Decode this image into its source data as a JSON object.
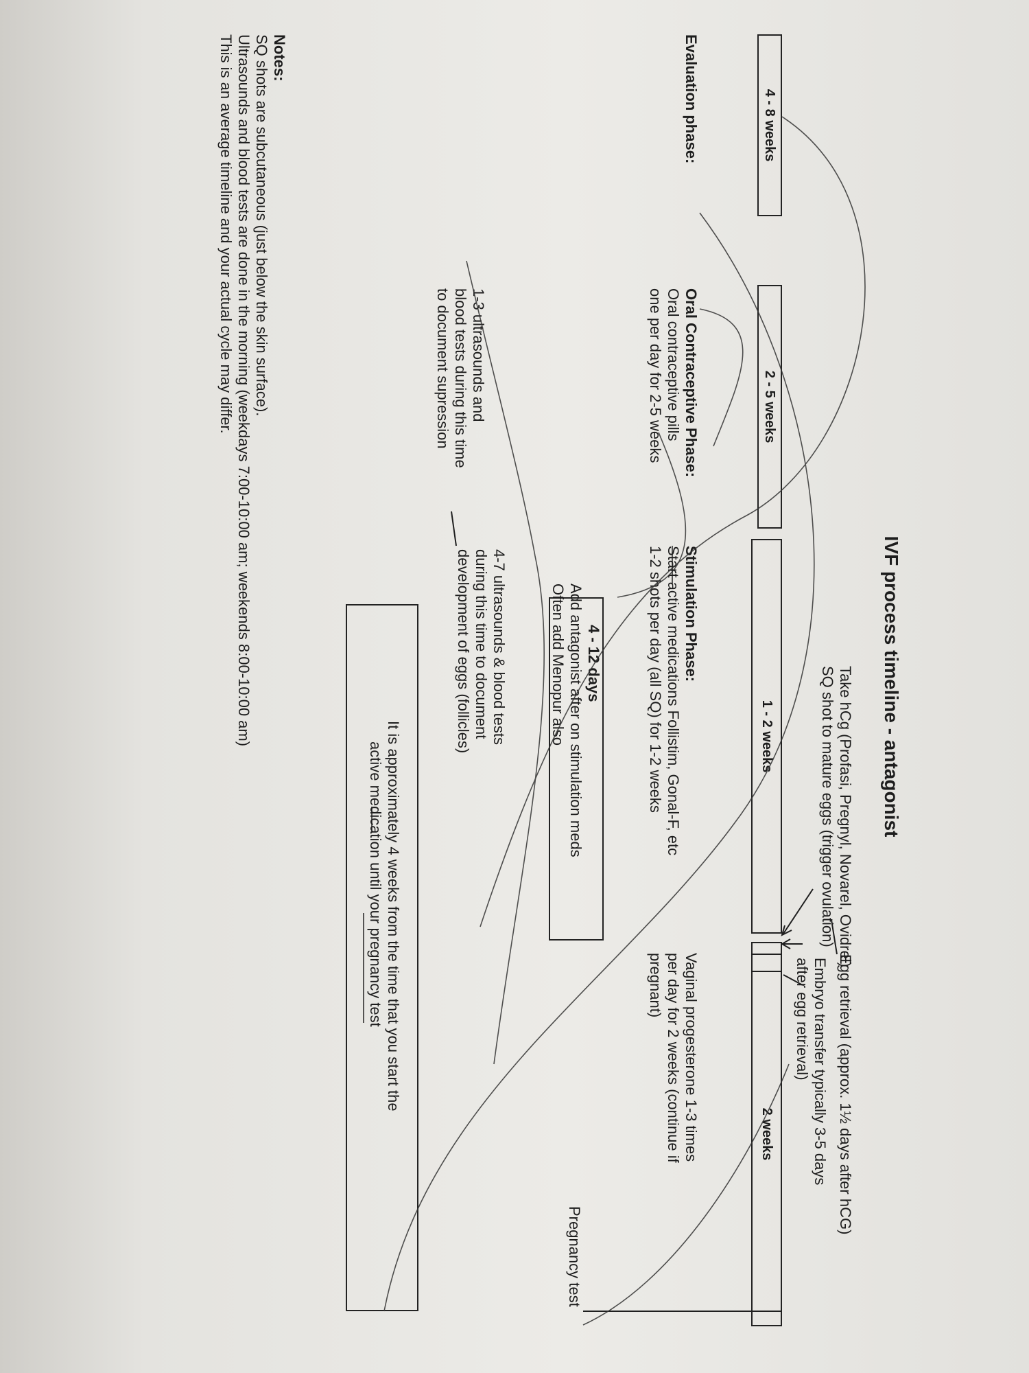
{
  "title": "IVF process timeline -  antagonist",
  "hcg": {
    "line1": "Take hCg (Profasi, Pregnyl, Novarel, Ovidrel)",
    "line2": "SQ shot to mature eggs (trigger ovulation)"
  },
  "egg_retrieval": "Egg retrieval (approx. 1½ days after hCG)",
  "embryo_transfer": {
    "line1": "Embryo transfer typically 3-5 days",
    "line2": "after egg retrieval)"
  },
  "timeline_boxes": [
    "4 - 8 weeks",
    "2 - 5 weeks",
    "1 - 2 weeks",
    "2 weeks"
  ],
  "pregnancy_test": "Pregnancy test",
  "evaluation_phase": "Evaluation phase:",
  "oral_phase": {
    "heading": "Oral Contraceptive Phase:",
    "line1": "Oral contraceptive pills",
    "line2": "one per day for 2-5 weeks"
  },
  "stimulation_phase": {
    "heading": "Stimulation Phase:",
    "line1": "Start active medications Follistim, Gonal-F, etc",
    "line2": "1-2 shots per day (all SQ) for 1-2 weeks"
  },
  "progesterone": {
    "line1": "Vaginal progesterone 1-3 times",
    "line2": "per day for 2 weeks (continue if",
    "line3": "pregnant)"
  },
  "antagonist_box": {
    "days": "4 - 12 days",
    "line1": "Add antagonist after on stimulation meds",
    "line2": "Often add Menopur also"
  },
  "ultrasound_oral": {
    "line1": "1-3 ultrasounds and",
    "line2": "blood tests during this time",
    "line3": "to document supression"
  },
  "ultrasound_stim": {
    "line1": "4-7 ultrasounds & blood tests",
    "line2": "during this time to document",
    "line3": "development of eggs (follicles)"
  },
  "four_weeks_box": {
    "line1": "It is approximately 4 weeks from the time that you start the",
    "line2": "active  medication until your pregnancy test"
  },
  "notes": {
    "heading": "Notes:",
    "line1": "SQ shots are subcutaneous (just below the skin surface).",
    "line2": "Ultrasounds and blood tests are done in the morning (weekdays 7:00-10:00 am; weekends 8:00-10:00 am)",
    "line3": "This is an average timeline and your actual cycle may differ."
  }
}
